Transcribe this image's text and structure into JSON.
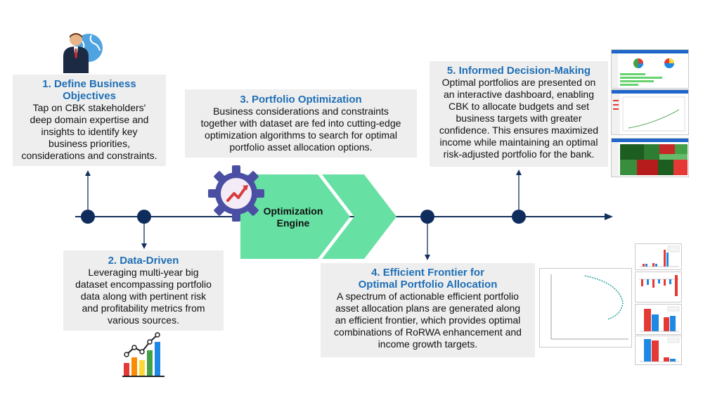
{
  "steps": {
    "s1": {
      "title_line1": "1. Define Business",
      "title_line2": "Objectives",
      "body": [
        "Tap on CBK stakeholders'",
        "deep domain expertise and",
        "insights to identify key",
        "business priorities,",
        "considerations and constraints."
      ]
    },
    "s2": {
      "title": "2. Data-Driven",
      "body": [
        "Leveraging multi-year big",
        "dataset encompassing portfolio",
        "data along with pertinent risk",
        "and profitability metrics from",
        "various sources."
      ]
    },
    "s3": {
      "title": "3. Portfolio Optimization",
      "body": [
        "Business considerations and constraints",
        "together with  dataset are fed into cutting-edge",
        "optimization algorithms to search for optimal",
        "portfolio asset allocation options."
      ]
    },
    "s4": {
      "title_line1": "4. Efficient Frontier for",
      "title_line2": "Optimal Portfolio Allocation",
      "body": [
        "A spectrum of actionable efficient portfolio",
        "asset allocation plans are generated along",
        "an efficient frontier, which provides optimal",
        "combinations of RoRWA enhancement and",
        "income growth targets."
      ]
    },
    "s5": {
      "title": "5. Informed Decision-Making",
      "body": [
        "Optimal portfolios are presented on",
        "an interactive dashboard, enabling",
        "CBK to allocate budgets and set",
        "business targets with greater",
        "confidence. This ensures maximized",
        "income while maintaining an optimal",
        "risk-adjusted portfolio for the bank."
      ]
    }
  },
  "engine": {
    "line1": "Optimization",
    "line2": "Engine"
  },
  "colors": {
    "accent": "#1f6fb6",
    "node": "#0f2d5c",
    "timeline": "#14305e",
    "chevron": "#66e0a3",
    "box": "#eeeeee",
    "gear": "#4a4fa3"
  },
  "icons": {
    "top": "businessman-globe-icon",
    "bottom": "bar-chart-growth-icon",
    "gear": "gear-trend-icon"
  }
}
